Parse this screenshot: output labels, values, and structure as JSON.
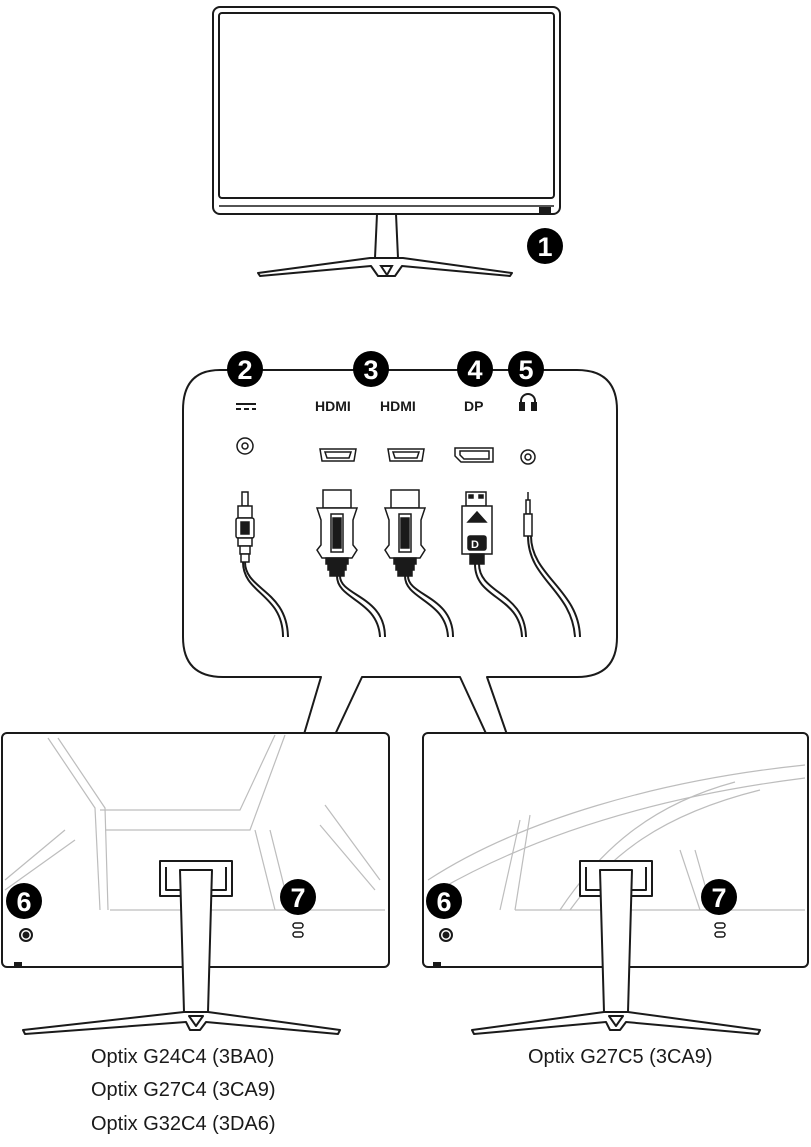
{
  "callouts": {
    "c1": "1",
    "c2": "2",
    "c3": "3",
    "c4": "4",
    "c5": "5",
    "c6_left": "6",
    "c7_left": "7",
    "c6_right": "6",
    "c7_right": "7"
  },
  "ports": {
    "hdmi_1": "HDMI",
    "hdmi_2": "HDMI",
    "dp": "DP"
  },
  "models": {
    "left": [
      "Optix G24C4 (3BA0)",
      "Optix G27C4 (3CA9)",
      "Optix G32C4 (3DA6)"
    ],
    "right": [
      "Optix G27C5 (3CA9)"
    ]
  },
  "icons": {
    "dc_power": "dc-power-icon",
    "headphone": "headphone-icon",
    "kensington_lock": "kensington-lock-icon",
    "power_button": "power-button-icon"
  },
  "colors": {
    "line": "#1a1a1a",
    "badge": "#000000",
    "panel_detail": "#bdbdbd"
  }
}
